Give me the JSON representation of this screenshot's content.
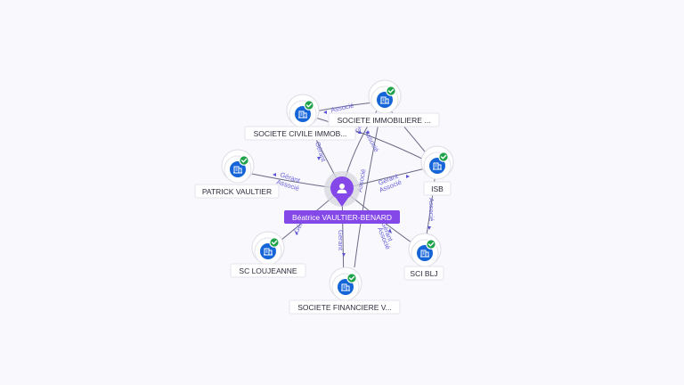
{
  "center": {
    "name": "Béatrice VAULTIER-BENARD",
    "icon": "person-icon",
    "color": "#8447e8"
  },
  "nodes": [
    {
      "id": "sci-immob",
      "label": "SOCIETE CIVILE IMMOB...",
      "icon": "company-building-icon",
      "verified": true
    },
    {
      "id": "soc-immob",
      "label": "SOCIETE IMMOBILIERE ...",
      "icon": "company-building-icon",
      "verified": true
    },
    {
      "id": "patrick",
      "label": "PATRICK VAULTIER",
      "icon": "company-building-icon",
      "verified": true
    },
    {
      "id": "isb",
      "label": "ISB",
      "icon": "company-building-icon",
      "verified": true
    },
    {
      "id": "loujeanne",
      "label": "SC LOUJEANNE",
      "icon": "company-building-icon",
      "verified": true
    },
    {
      "id": "blj",
      "label": "SCI BLJ",
      "icon": "company-building-icon",
      "verified": true
    },
    {
      "id": "financiere",
      "label": "SOCIETE FINANCIERE V...",
      "icon": "company-building-icon",
      "verified": true
    }
  ],
  "edge_labels": {
    "associe": "Associé",
    "gerant": "Gérant"
  },
  "colors": {
    "company": "#1565d8",
    "verified": "#1fa34a",
    "edge_label": "#6b63d8"
  }
}
